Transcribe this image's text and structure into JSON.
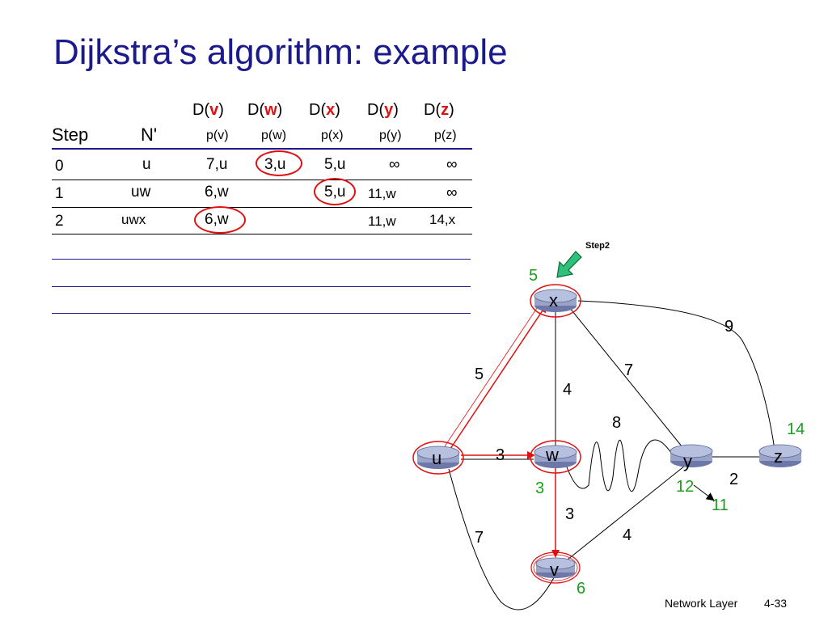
{
  "slide": {
    "title": "Dijkstra’s algorithm: example",
    "footer": {
      "chapter": "Network Layer",
      "page": "4-33"
    }
  },
  "table": {
    "dist_headers": [
      {
        "prefix": "D(",
        "var": "v",
        "suffix": ")",
        "pred": "p(v)"
      },
      {
        "prefix": "D(",
        "var": "w",
        "suffix": ")",
        "pred": "p(w)"
      },
      {
        "prefix": "D(",
        "var": "x",
        "suffix": ")",
        "pred": "p(x)"
      },
      {
        "prefix": "D(",
        "var": "y",
        "suffix": ")",
        "pred": "p(y)"
      },
      {
        "prefix": "D(",
        "var": "z",
        "suffix": ")",
        "pred": "p(z)"
      }
    ],
    "step_header": "Step",
    "n_header": "N'",
    "rows": [
      {
        "step": "0",
        "n": "u",
        "v": "7,u",
        "w": "3,u",
        "x": "5,u",
        "y": "∞",
        "z": "∞"
      },
      {
        "step": "1",
        "n": "uw",
        "v": "6,w",
        "w": "",
        "x": "5,u",
        "y": "11,w",
        "z": "∞"
      },
      {
        "step": "2",
        "n": "uwx",
        "v": "6,w",
        "w": "",
        "x": "",
        "y": "11,w",
        "z": "14,x"
      }
    ]
  },
  "graph": {
    "nodes": {
      "u": "u",
      "w": "w",
      "x": "x",
      "v": "v",
      "y": "y",
      "z": "z"
    },
    "edge_costs": {
      "ux": "5",
      "uw": "3",
      "uv": "7",
      "xw": "4",
      "xy": "7",
      "xz": "9",
      "wy": "8",
      "wv": "3",
      "vy": "4",
      "yz": "2"
    },
    "distances": {
      "x": "5",
      "w": "3",
      "v": "6",
      "z": "14",
      "y_old": "12",
      "y_new": "11"
    },
    "step_marker": "Step2",
    "colors": {
      "node_fill": "#9aa3c8",
      "highlight": "#e01010",
      "distance": "#1a9e1a",
      "marker": "#2fc17a",
      "title": "#1a1a8c"
    }
  }
}
